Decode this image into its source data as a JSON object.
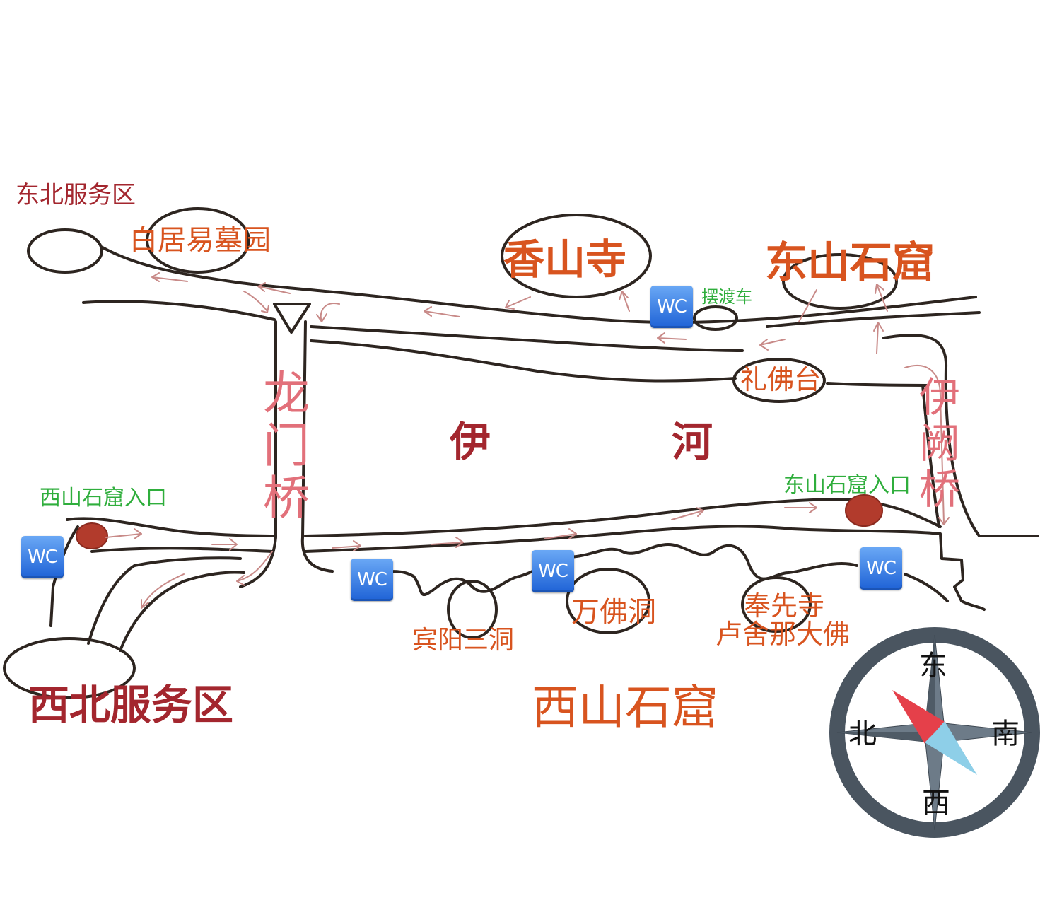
{
  "colors": {
    "ink": "#2d2520",
    "dark_red": "#a3262e",
    "orange": "#d8541f",
    "pink": "#e2707a",
    "green": "#2fae3c",
    "wc_blue": "#1e62d6",
    "entrance_dot": "#b23b2c",
    "compass_ring": "#4a5560",
    "needle_red": "#e5404a",
    "needle_blue": "#8ecfe8"
  },
  "areas": {
    "northeast_service": "东北服务区",
    "northwest_service": "西北服务区",
    "east_grottoes": "东山石窟",
    "west_grottoes": "西山石窟"
  },
  "sites": {
    "bai_juyi_tomb": "白居易墓园",
    "xiangshan_temple": "香山寺",
    "lifo_terrace": "礼佛台",
    "binyang_caves": "宾阳三洞",
    "wanfo_cave": "万佛洞",
    "fengxian_temple": "奉先寺",
    "vairocana_buddha": "卢舍那大佛"
  },
  "river": {
    "char_1": "伊",
    "char_2": "河"
  },
  "bridges": {
    "longmen": [
      "龙",
      "门",
      "桥"
    ],
    "yique": [
      "伊",
      "阙",
      "桥"
    ]
  },
  "notices": {
    "ferry": "摆渡车",
    "west_entrance": "西山石窟入口",
    "east_entrance": "东山石窟入口"
  },
  "restroom": {
    "label": "WC",
    "icon": "restroom-icon"
  },
  "compass": {
    "top": "东",
    "right": "南",
    "bottom": "西",
    "left": "北"
  }
}
